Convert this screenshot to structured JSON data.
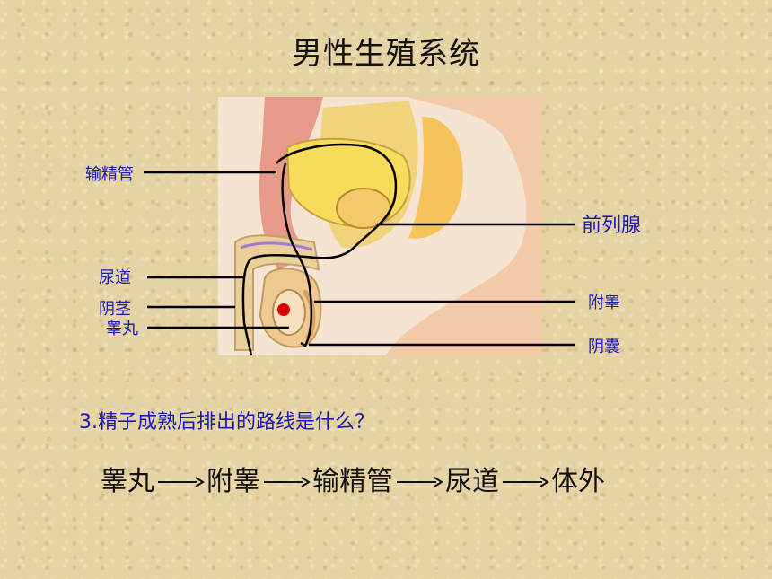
{
  "title": "男性生殖系统",
  "labels": {
    "vas_deferens": "输精管",
    "prostate": "前列腺",
    "urethra": "尿道",
    "penis": "阴茎",
    "testis": "睾丸",
    "epididymis": "附睾",
    "scrotum": "阴囊"
  },
  "question": "3.精子成熟后排出的路线是什么？",
  "pathway": [
    "睾丸",
    "附睾",
    "输精管",
    "尿道",
    "体外"
  ],
  "colors": {
    "label_text": "#1a1ab8",
    "marker": "#d80000",
    "leader_line": "#000000"
  }
}
